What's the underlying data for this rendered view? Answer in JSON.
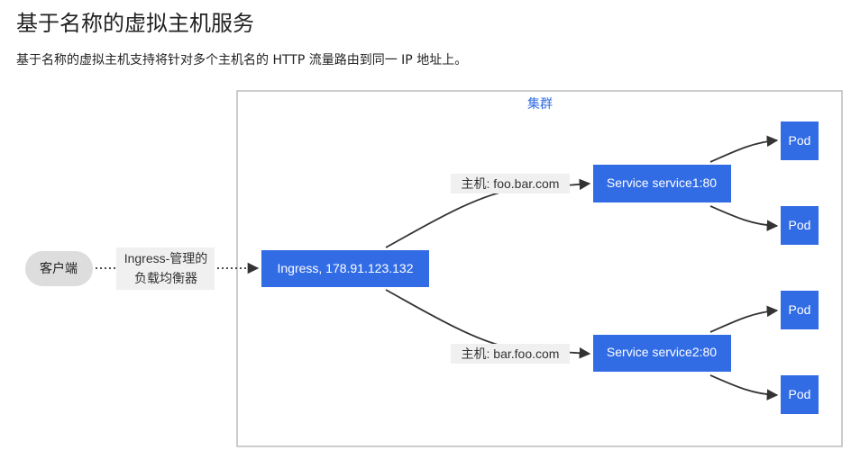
{
  "page": {
    "title": "基于名称的虚拟主机服务",
    "description": "基于名称的虚拟主机支持将针对多个主机名的 HTTP 流量路由到同一 IP 地址上。"
  },
  "diagram": {
    "cluster_label": "集群",
    "client_label": "客户端",
    "lb_label_line1": "Ingress-管理的",
    "lb_label_line2": "负载均衡器",
    "ingress_label": "Ingress, 178.91.123.132",
    "route1_label": "主机: foo.bar.com",
    "route2_label": "主机: bar.foo.com",
    "service1_label": "Service service1:80",
    "service2_label": "Service service2:80",
    "pod_label": "Pod",
    "colors": {
      "node_fill": "#326ce5",
      "cluster_border": "#bbbbbb",
      "client_fill": "#dddddd",
      "label_bg": "#f0f0f0",
      "edge": "#333333",
      "cluster_label": "#326ce5"
    }
  }
}
